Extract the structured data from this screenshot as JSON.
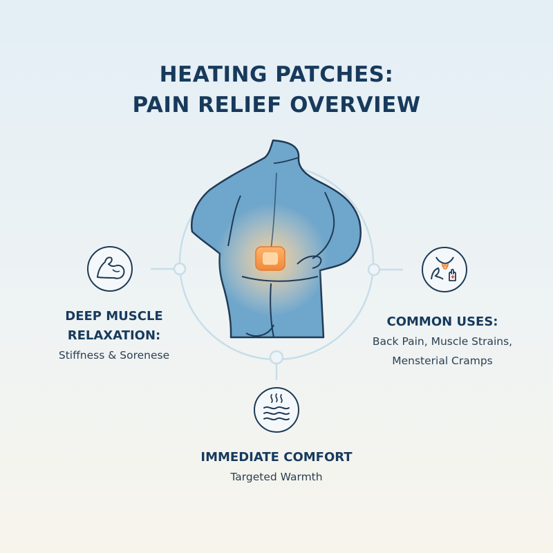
{
  "title": {
    "line1": "HEATING PATCHES:",
    "line2": "PAIN RELIEF OVERVIEW"
  },
  "benefits": {
    "muscle": {
      "icon": "flexed-arm-icon",
      "heading_line1": "DEEP MUSCLE",
      "heading_line2": "RELAXATION:",
      "detail": "Stiffness & Sorenese"
    },
    "uses": {
      "icon": "body-pain-icon",
      "heading": "COMMON USES:",
      "detail_line1": "Back Pain, Muscle Strains,",
      "detail_line2": "Mensterial Cramps"
    },
    "comfort": {
      "icon": "heat-waves-icon",
      "heading": "IMMEDIATE COMFORT",
      "detail": "Targeted Warmth"
    }
  },
  "colors": {
    "title": "#173a5c",
    "body_silhouette": "#6fa6cb",
    "body_outline": "#1f3a56",
    "patch": "#f6a35b",
    "ring": "#c8dde8",
    "icon_stroke": "#1f3a56"
  }
}
